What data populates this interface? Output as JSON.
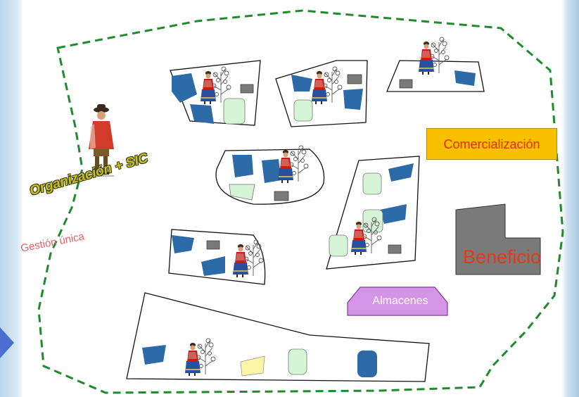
{
  "labels": {
    "organizacion": "Organización + SIC",
    "gestion": "Gestión única",
    "comercializacion": "Comercialización",
    "beneficio": "Beneficio",
    "almacenes": "Almacenes"
  },
  "colors": {
    "boundary": "#1f8a2e",
    "plot_blue": "#2d6aa8",
    "plot_green": "#d6f5d6",
    "plot_yellow": "#fbf3a6",
    "building_gray": "#7a7a7a",
    "comercializacion_fill": "#f9c000",
    "almacenes_fill": "#d495e8"
  },
  "icons": [
    "farmer-icon",
    "woman-farmer-icon",
    "coffee-plant-icon",
    "arrow-right-icon"
  ]
}
